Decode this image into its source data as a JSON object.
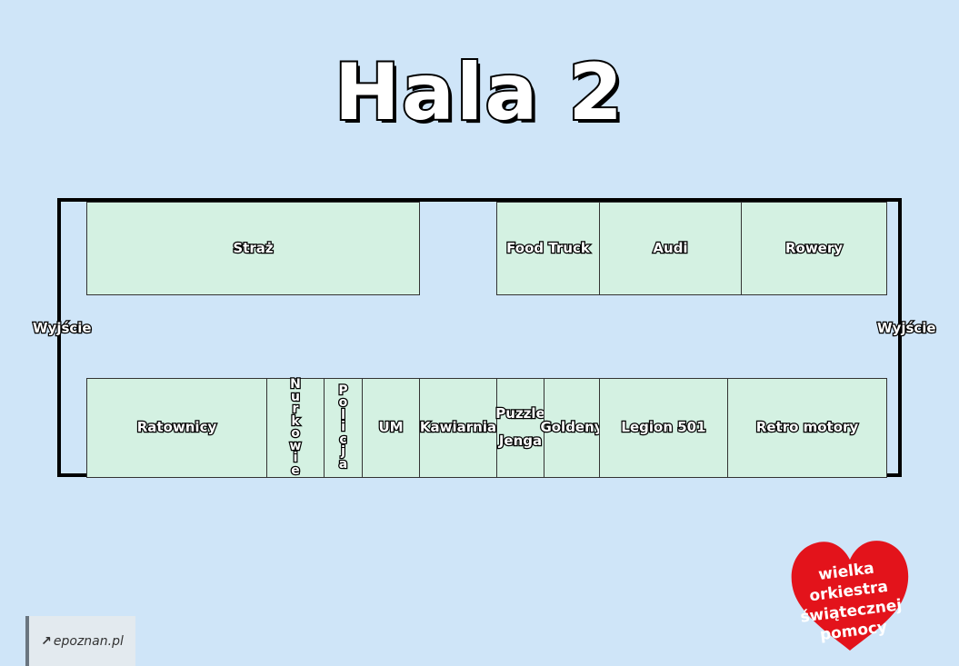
{
  "title": "Hala 2",
  "exits": {
    "left": "Wyjście",
    "right": "Wyjście"
  },
  "stalls_top": [
    {
      "id": "straz",
      "label": "Straż"
    },
    {
      "id": "food-truck",
      "label": "Food Truck"
    },
    {
      "id": "audi",
      "label": "Audi"
    },
    {
      "id": "rowery",
      "label": "Rowery"
    }
  ],
  "stalls_bottom": [
    {
      "id": "ratownicy",
      "label": "Ratownicy"
    },
    {
      "id": "nurkowie",
      "label": "Nurkowie"
    },
    {
      "id": "policja",
      "label": "Policja"
    },
    {
      "id": "um",
      "label": "UM"
    },
    {
      "id": "kawiarnia",
      "label": "Kawiarnia"
    },
    {
      "id": "puzzle-jenga",
      "label_line1": "Puzzle",
      "label_line2": "Jenga"
    },
    {
      "id": "goldeny",
      "label": "Goldeny"
    },
    {
      "id": "legion-501",
      "label": "Legion 501"
    },
    {
      "id": "retro-motory",
      "label": "Retro motory"
    }
  ],
  "logo": {
    "line1": "wielka orkiestra",
    "line2": "świątecznej",
    "line3": "pomocy",
    "color": "#e3131b"
  },
  "watermark": {
    "text": "epoznan.pl"
  },
  "colors": {
    "background": "#cfe5f8",
    "stall": "#d4f1e2"
  }
}
